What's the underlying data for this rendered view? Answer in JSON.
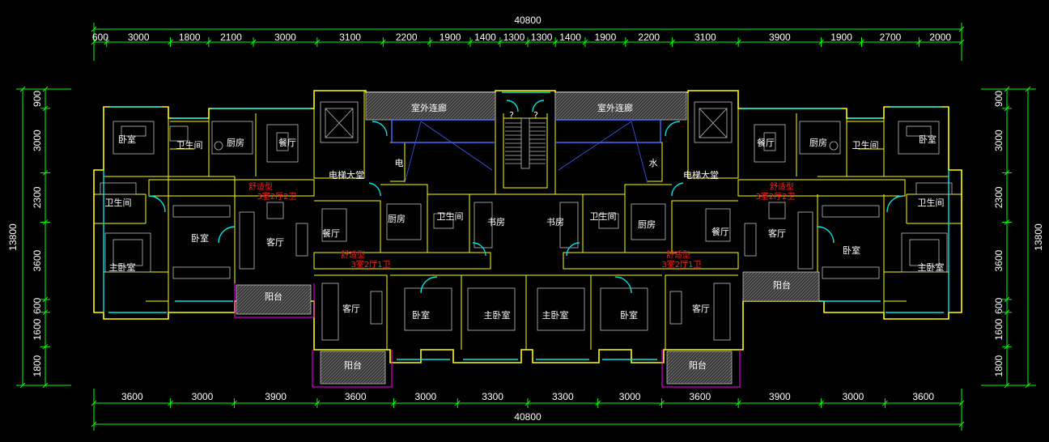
{
  "top_dims": {
    "overall": "40800",
    "segments": [
      "600",
      "3000",
      "1800",
      "2100",
      "3000",
      "3100",
      "2200",
      "1900",
      "1400",
      "1300",
      "1300",
      "1400",
      "1900",
      "2200",
      "3100",
      "3900",
      "1900",
      "2700",
      "2000"
    ]
  },
  "bottom_dims": {
    "overall": "40800",
    "segments": [
      "3600",
      "3000",
      "3900",
      "3600",
      "3000",
      "3300",
      "3300",
      "3000",
      "3600",
      "3900",
      "3000",
      "3600"
    ]
  },
  "left_dims": {
    "overall": "13800",
    "segments": [
      "900",
      "3000",
      "2300",
      "3600",
      "600",
      "1600",
      "1800"
    ]
  },
  "right_dims": {
    "overall": "13800",
    "segments": [
      "900",
      "3000",
      "2300",
      "3600",
      "600",
      "1600",
      "1800"
    ]
  },
  "rooms": {
    "corridor_left": "室外连廊",
    "corridor_right": "室外连廊",
    "bedroom_ul": "卧室",
    "bath_ul": "卫生间",
    "kitchen_ul": "厨房",
    "dining_ul": "餐厅",
    "bath_ml": "卫生间",
    "bedroom_ml": "卧室",
    "living_ml": "客厅",
    "master_ll": "主卧室",
    "balcony_ll": "阳台",
    "elevator_l": "电梯大堂",
    "elec": "电",
    "water": "水",
    "kitchen_cl": "厨房",
    "dining_cl": "餐厅",
    "bath_cl": "卫生间",
    "study_cl": "书房",
    "living_cl": "客厅",
    "bedroom_cl": "卧室",
    "master_cl": "主卧室",
    "balcony_cl": "阳台",
    "study_cr": "书房",
    "bath_cr": "卫生间",
    "kitchen_cr": "厨房",
    "dining_cr": "餐厅",
    "master_cr": "主卧室",
    "bedroom_cr": "卧室",
    "living_cr": "客厅",
    "balcony_cr": "阳台",
    "elevator_r": "电梯大堂",
    "dining_ur": "餐厅",
    "kitchen_ur": "厨房",
    "bath_ur": "卫生间",
    "bedroom_ur": "卧室",
    "living_mr": "客厅",
    "bath_mr": "卫生间",
    "bedroom_mr": "卧室",
    "master_lr": "主卧室",
    "balcony_mr": "阳台"
  },
  "unit_tags": {
    "left_type": "舒适型",
    "left_spec": "3室2厅2卫",
    "cl_type": "舒适型",
    "cl_spec": "3室2厅1卫",
    "cr_type": "舒适型",
    "cr_spec": "3室2厅1卫",
    "right_type": "舒适型",
    "right_spec": "3室2厅2卫"
  },
  "stair_marks": [
    "?",
    "?"
  ],
  "colors": {
    "background": "#000000",
    "dimension_lines": "#00ff00",
    "walls": "#ffff00",
    "windows": "#00e5e5",
    "annotation": "#ff2020",
    "furniture": "#bdbdbd"
  }
}
